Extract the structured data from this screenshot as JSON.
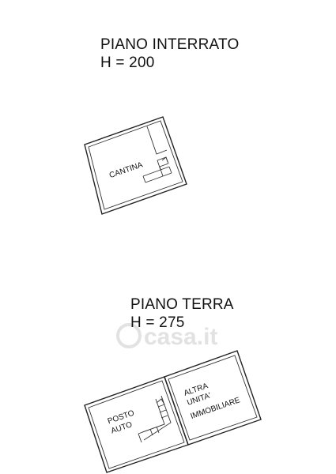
{
  "levels": [
    {
      "title": "PIANO INTERRATO",
      "height": "H = 200",
      "rooms": [
        "CANTINA"
      ]
    },
    {
      "title": "PIANO TERRA",
      "height": "H = 275",
      "rooms": [
        "POSTO",
        "AUTO",
        "ALTRA",
        "UNITA'",
        "IMMOBILIARE"
      ]
    }
  ],
  "watermark": "casa.it",
  "colors": {
    "lines": "#222222",
    "watermark": "#e2e2e2",
    "background": "#ffffff"
  }
}
